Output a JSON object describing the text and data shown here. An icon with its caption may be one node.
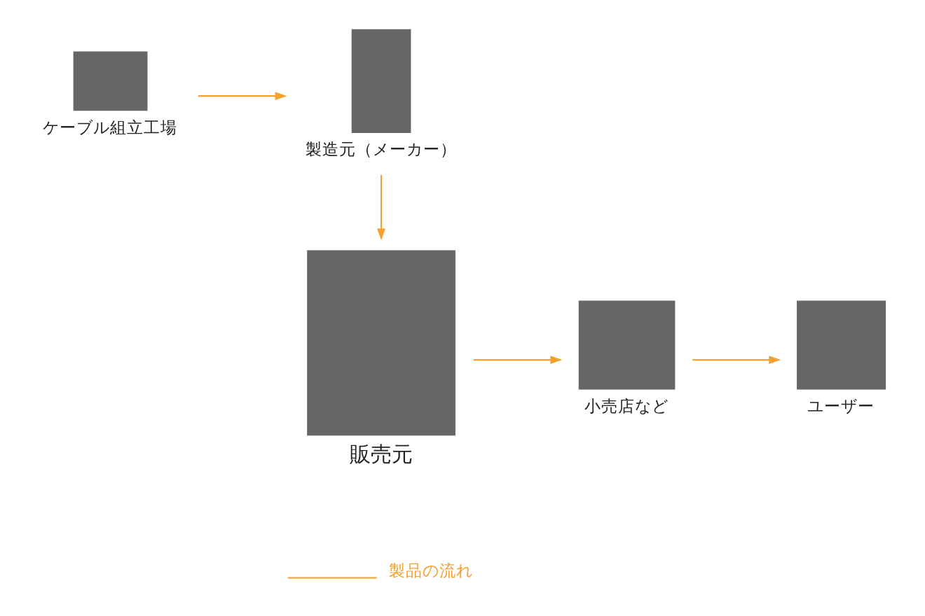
{
  "diagram": {
    "nodes": [
      {
        "text": [
          "ケーブル組立工場"
        ]
      },
      {
        "text": [
          "製造元（メーカー）"
        ]
      },
      {
        "text": [
          "販売元"
        ]
      },
      {
        "text": [
          "小売店など"
        ]
      },
      {
        "text": [
          "ユーザー"
        ]
      }
    ],
    "edges": [
      {
        "from": 0,
        "to": 1,
        "arrow": "to"
      },
      {
        "from": 1,
        "to": 2,
        "arrow": "to"
      },
      {
        "from": 2,
        "to": 3,
        "arrow": "to"
      },
      {
        "from": 3,
        "to": 4,
        "arrow": "to"
      }
    ],
    "legend": [
      {
        "text": "製品の流れ"
      }
    ]
  }
}
